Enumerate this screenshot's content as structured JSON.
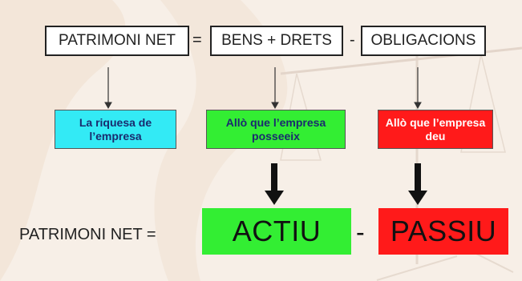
{
  "equation_top": {
    "term_patrimoni": "PATRIMONI NET",
    "op_equals": "=",
    "term_bens": "BENS + DRETS",
    "op_minus": "-",
    "term_obligacions": "OBLIGACIONS"
  },
  "descriptions": {
    "patrimoni": "La riquesa de l’empresa",
    "actiu": "Allò que l’empresa posseeix",
    "passiu": "Allò que l’empresa deu"
  },
  "equation_bottom": {
    "label": "PATRIMONI NET =",
    "actiu": "ACTIU",
    "op_minus": "-",
    "passiu": "PASSIU"
  },
  "colors": {
    "cyan": "#33eaf5",
    "green": "#33ee33",
    "red": "#ff1a1a",
    "background": "#f6eee6"
  }
}
